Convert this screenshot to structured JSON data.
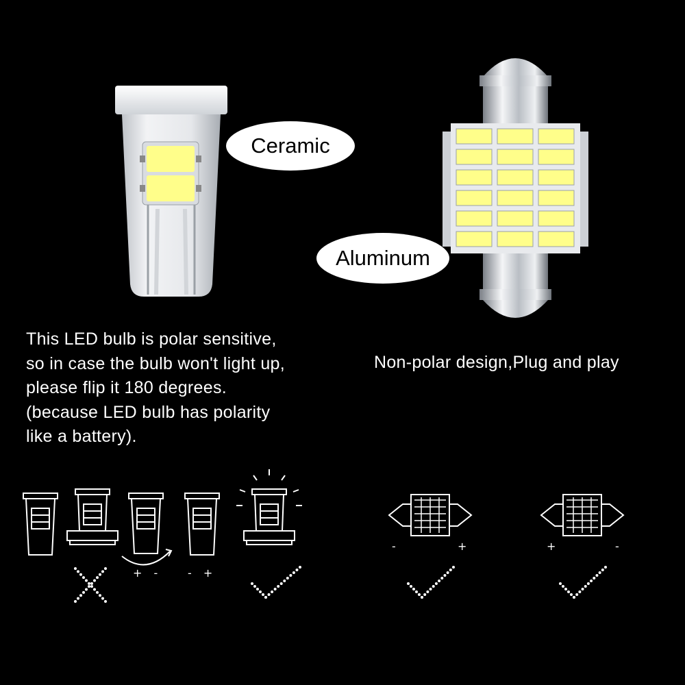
{
  "labels": {
    "ceramic": "Ceramic",
    "aluminum": "Aluminum"
  },
  "polar_text": {
    "lines": [
      "This LED bulb is polar sensitive,",
      "so in case the bulb won't light up,",
      "please flip it 180 degrees.",
      "(because LED bulb has polarity",
      "like a battery)."
    ]
  },
  "nonpolar_text": "Non-polar design,Plug and play",
  "t10_diagrams": [
    {
      "id": "bulb-plain",
      "result": "none"
    },
    {
      "id": "bulb-in-socket",
      "result": "cross"
    },
    {
      "id": "bulb-rotate",
      "polarity": "+ -",
      "result": "none"
    },
    {
      "id": "bulb-flipped",
      "polarity": "- +",
      "result": "none"
    },
    {
      "id": "bulb-lit-in-socket",
      "result": "check"
    }
  ],
  "festoon_diagrams": [
    {
      "id": "festoon-a",
      "left_sign": "-",
      "right_sign": "+",
      "result": "check"
    },
    {
      "id": "festoon-b",
      "left_sign": "+",
      "right_sign": "-",
      "result": "check"
    }
  ],
  "colors": {
    "background": "#000000",
    "led_yellow": "#fffe8a",
    "text": "#ffffff"
  }
}
